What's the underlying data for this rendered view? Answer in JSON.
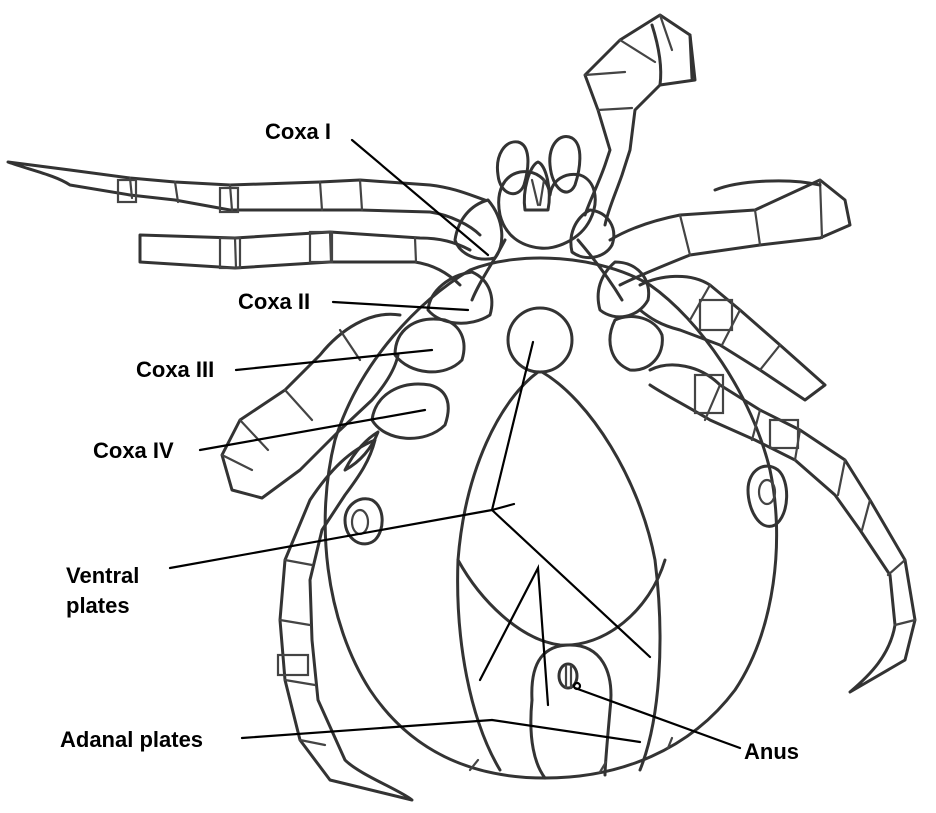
{
  "labels": {
    "coxa_1": "Coxa I",
    "coxa_2": "Coxa II",
    "coxa_3": "Coxa III",
    "coxa_4": "Coxa IV",
    "ventral_line1": "Ventral",
    "ventral_line2": "plates",
    "adanal": "Adanal plates",
    "anus": "Anus"
  }
}
